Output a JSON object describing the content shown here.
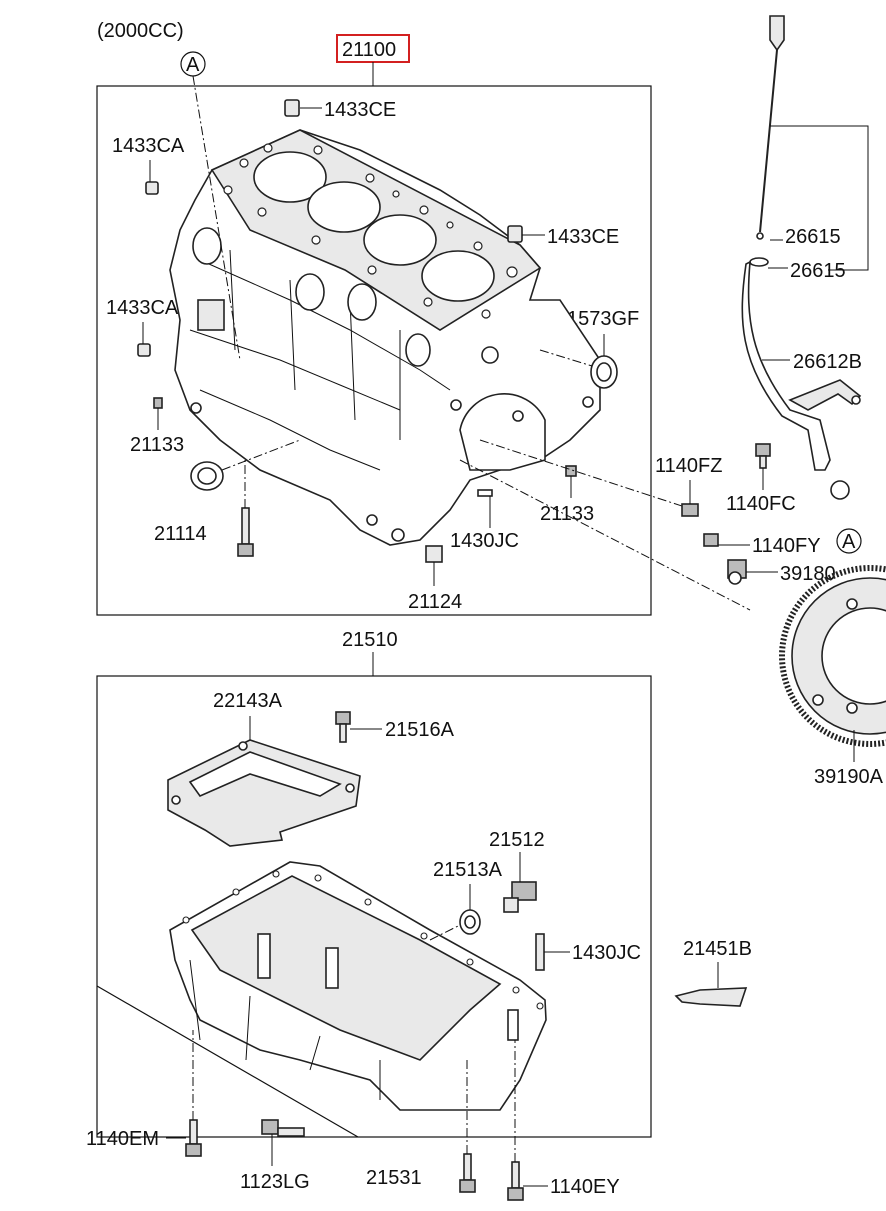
{
  "variant": "(2000CC)",
  "ref_a": "A",
  "labels": {
    "block": "21100",
    "ce_top": "1433CE",
    "ce_right": "1433CE",
    "ca_top": "1433CA",
    "ca_left": "1433CA",
    "gf": "1573GF",
    "pin_left": "21133",
    "pin_right": "21133",
    "bolt_21114": "21114",
    "jc_block": "1430JC",
    "dowel_21124": "21124",
    "dip_1": "26615",
    "dip_2": "26615",
    "tube": "26612B",
    "fz": "1140FZ",
    "fc": "1140FC",
    "fy": "1140FY",
    "sensor": "39180",
    "wheel": "39190A",
    "pan": "21510",
    "gasket": "22143A",
    "bolt_21516": "21516A",
    "plug": "21512",
    "washer": "21513A",
    "jc_pan": "1430JC",
    "sealant": "21451B",
    "em": "1140EM",
    "lg": "1123LG",
    "bolt_21531": "21531",
    "ey": "1140EY"
  }
}
